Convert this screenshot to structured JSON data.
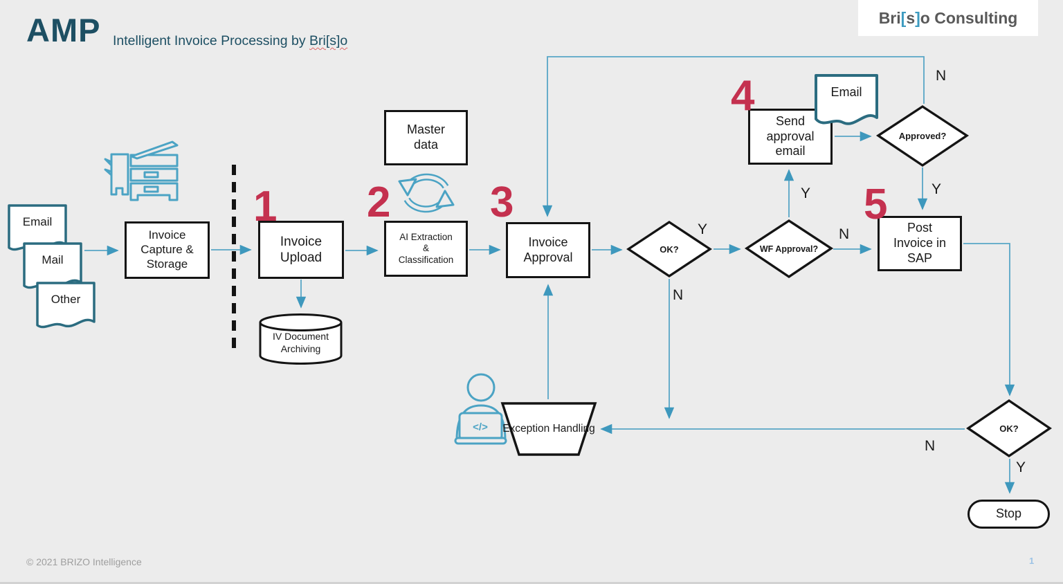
{
  "header": {
    "title": "AMP",
    "subtitle_prefix": "Intelligent Invoice Processing by ",
    "subtitle_brand": "Bri[s]o"
  },
  "logo": {
    "part1": "Bri",
    "open_bracket": "[",
    "letter_s": "s",
    "close_bracket": "]",
    "part2": "o Consulting"
  },
  "footer": {
    "copyright": "© 2021 BRIZO Intelligence",
    "page_number": "1"
  },
  "colors": {
    "background": "#ECECEC",
    "accent_arrow_teal": "#58A6C6",
    "document_teal": "#2B6C80",
    "icon_teal": "#4BA3C4",
    "step_number_red": "#C4314F",
    "header_teal": "#1D4F63",
    "logo_gray": "#595959",
    "page_number_blue": "#9DC3E6"
  },
  "diagram": {
    "step_numbers": [
      "1",
      "2",
      "3",
      "4",
      "5"
    ],
    "sources": [
      {
        "label": "Email"
      },
      {
        "label": "Mail"
      },
      {
        "label": "Other"
      }
    ],
    "nodes": {
      "invoice_capture": "Invoice Capture & Storage",
      "invoice_upload": "Invoice Upload",
      "document_archiving": "IV Document Archiving",
      "master_data": "Master data",
      "ai_extraction": "AI Extraction & Classification",
      "invoice_approval": "Invoice Approval",
      "ok_check_1": "OK?",
      "wf_approval": "WF Approval?",
      "send_approval_email": "Send approval email",
      "email_output": "Email",
      "approved_check": "Approved?",
      "post_invoice_sap": "Post Invoice in SAP",
      "ok_check_2": "OK?",
      "stop": "Stop",
      "exception_handling": "Exception Handling"
    },
    "edge_labels": [
      {
        "id": "ok1-yes",
        "text": "Y"
      },
      {
        "id": "ok1-no",
        "text": "N"
      },
      {
        "id": "wf-no",
        "text": "N"
      },
      {
        "id": "wf-yes",
        "text": "Y"
      },
      {
        "id": "approved-no",
        "text": "N"
      },
      {
        "id": "approved-yes",
        "text": "Y"
      },
      {
        "id": "ok2-no",
        "text": "N"
      },
      {
        "id": "ok2-yes",
        "text": "Y"
      }
    ],
    "icons": {
      "code_glyph": "</>"
    }
  }
}
